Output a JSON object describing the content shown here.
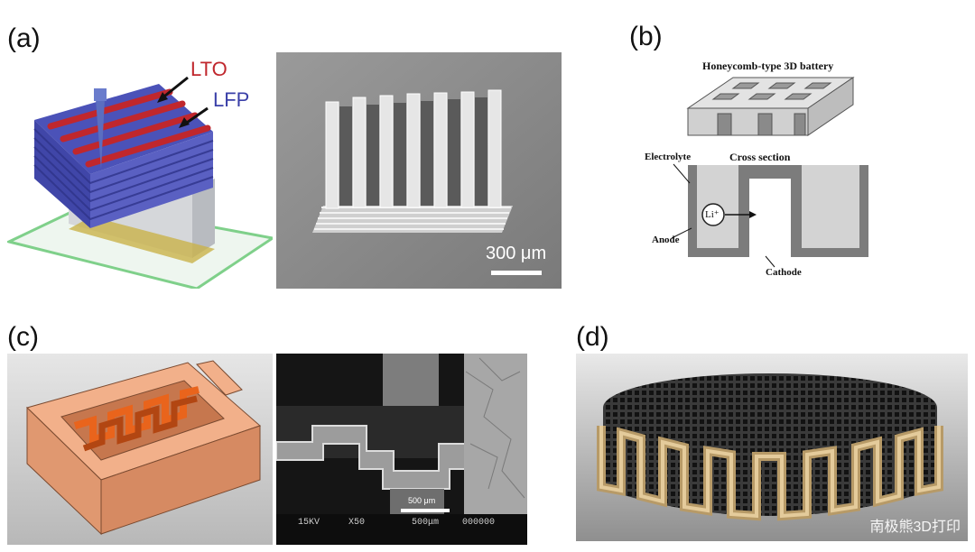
{
  "figure": {
    "panels": [
      {
        "label": "(a)",
        "illustration": {
          "labels": {
            "top": "LTO",
            "bottom": "LFP"
          },
          "colors": {
            "lto": "#c0272d",
            "lfp": "#3a3fa8"
          }
        },
        "sem": {
          "scalebar": "300 μm"
        }
      },
      {
        "label": "(b)",
        "title": "Honeycomb-type 3D battery",
        "cross_section_title": "Cross section",
        "labels": {
          "electrolyte": "Electrolyte",
          "anode": "Anode",
          "cathode": "Cathode",
          "ion": "Li⁺"
        }
      },
      {
        "label": "(c)",
        "sem": {
          "scalebar": "500 μm",
          "footer": [
            "15KV",
            "X50",
            "500μm",
            "000000"
          ]
        }
      },
      {
        "label": "(d)",
        "watermark": "南极熊3D打印"
      }
    ]
  }
}
